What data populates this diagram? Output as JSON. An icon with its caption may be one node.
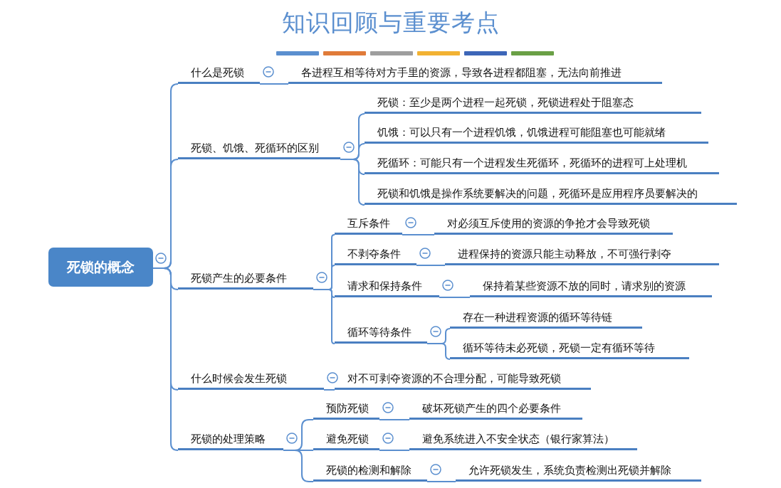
{
  "diagram": {
    "title": "知识回顾与重要考点",
    "nodes": [
      {
        "text": [
          "死锁的概念"
        ]
      },
      {
        "text": [
          "什么是死锁"
        ]
      },
      {
        "text": [
          "各进程互相等待对方手里的资源，导致各进程都阻塞，无法向前推进"
        ]
      },
      {
        "text": [
          "死锁、饥饿、死循环的区别"
        ]
      },
      {
        "text": [
          "死锁：至少是两个进程一起死锁，死锁进程处于阻塞态"
        ]
      },
      {
        "text": [
          "饥饿：可以只有一个进程饥饿，饥饿进程可能阻塞也可能就绪"
        ]
      },
      {
        "text": [
          "死循环：可能只有一个进程发生死循环，死循环的进程可上处理机"
        ]
      },
      {
        "text": [
          "死锁和饥饿是操作系统要解决的问题，死循环是应用程序员要解决的"
        ]
      },
      {
        "text": [
          "死锁产生的必要条件"
        ]
      },
      {
        "text": [
          "互斥条件"
        ]
      },
      {
        "text": [
          "对必须互斥使用的资源的争抢才会导致死锁"
        ]
      },
      {
        "text": [
          "不剥夺条件"
        ]
      },
      {
        "text": [
          "进程保持的资源只能主动释放，不可强行剥夺"
        ]
      },
      {
        "text": [
          "请求和保持条件"
        ]
      },
      {
        "text": [
          "保持着某些资源不放的同时，请求别的资源"
        ]
      },
      {
        "text": [
          "循环等待条件"
        ]
      },
      {
        "text": [
          "存在一种进程资源的循环等待链"
        ]
      },
      {
        "text": [
          "循环等待未必死锁，死锁一定有循环等待"
        ]
      },
      {
        "text": [
          "什么时候会发生死锁"
        ]
      },
      {
        "text": [
          "对不可剥夺资源的不合理分配，可能导致死锁"
        ]
      },
      {
        "text": [
          "死锁的处理策略"
        ]
      },
      {
        "text": [
          "预防死锁"
        ]
      },
      {
        "text": [
          "破坏死锁产生的四个必要条件"
        ]
      },
      {
        "text": [
          "避免死锁"
        ]
      },
      {
        "text": [
          "避免系统进入不安全状态（银行家算法）"
        ]
      },
      {
        "text": [
          "死锁的检测和解除"
        ]
      },
      {
        "text": [
          "允许死锁发生，系统负责检测出死锁并解除"
        ]
      }
    ],
    "edges": [
      {
        "from": 0,
        "to": 1,
        "arrow": "none"
      },
      {
        "from": 0,
        "to": 3,
        "arrow": "none"
      },
      {
        "from": 0,
        "to": 8,
        "arrow": "none"
      },
      {
        "from": 0,
        "to": 18,
        "arrow": "none"
      },
      {
        "from": 0,
        "to": 20,
        "arrow": "none"
      },
      {
        "from": 1,
        "to": 2,
        "arrow": "none"
      },
      {
        "from": 3,
        "to": 4,
        "arrow": "none"
      },
      {
        "from": 3,
        "to": 5,
        "arrow": "none"
      },
      {
        "from": 3,
        "to": 6,
        "arrow": "none"
      },
      {
        "from": 3,
        "to": 7,
        "arrow": "none"
      },
      {
        "from": 8,
        "to": 9,
        "arrow": "none"
      },
      {
        "from": 8,
        "to": 11,
        "arrow": "none"
      },
      {
        "from": 8,
        "to": 13,
        "arrow": "none"
      },
      {
        "from": 8,
        "to": 15,
        "arrow": "none"
      },
      {
        "from": 9,
        "to": 10,
        "arrow": "none"
      },
      {
        "from": 11,
        "to": 12,
        "arrow": "none"
      },
      {
        "from": 13,
        "to": 14,
        "arrow": "none"
      },
      {
        "from": 15,
        "to": 16,
        "arrow": "none"
      },
      {
        "from": 15,
        "to": 17,
        "arrow": "none"
      },
      {
        "from": 18,
        "to": 19,
        "arrow": "none"
      },
      {
        "from": 20,
        "to": 21,
        "arrow": "none"
      },
      {
        "from": 20,
        "to": 23,
        "arrow": "none"
      },
      {
        "from": 20,
        "to": 25,
        "arrow": "none"
      },
      {
        "from": 21,
        "to": 22,
        "arrow": "none"
      },
      {
        "from": 23,
        "to": 24,
        "arrow": "none"
      },
      {
        "from": 25,
        "to": 26,
        "arrow": "none"
      }
    ]
  }
}
